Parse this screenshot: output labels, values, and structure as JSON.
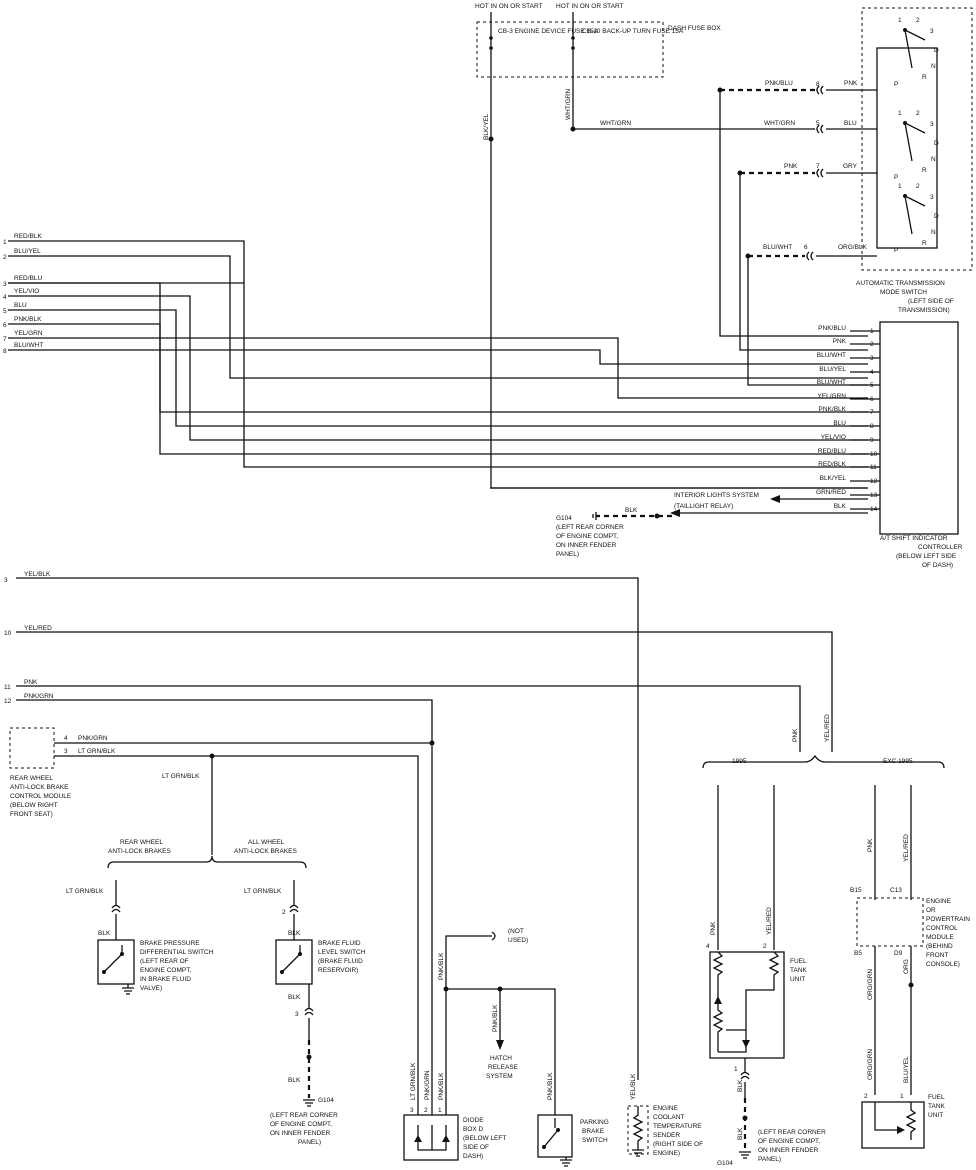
{
  "fuse_box": {
    "hot1": "HOT IN ON OR START",
    "hot2": "HOT IN ON OR START",
    "cb3": "CB-3 ENGINE DEVICE FUSE 15A",
    "cb10": "CB-10 BACK-UP TURN FUSE 15A",
    "label": "DASH FUSE BOX"
  },
  "mode_switch": {
    "label_lines": [
      "AUTOMATIC TRANSMISSION",
      "MODE SWITCH",
      "(LEFT SIDE OF",
      "TRANSMISSION)"
    ],
    "contacts": [
      "1",
      "2",
      "3",
      "D",
      "N",
      "P",
      "R"
    ]
  },
  "left_connector": {
    "pins": [
      "1",
      "2",
      "3",
      "4",
      "5",
      "6",
      "7",
      "8"
    ],
    "wires": [
      "RED/BLK",
      "BLU/YEL",
      "RED/BLU",
      "YEL/VIO",
      "BLU",
      "PNK/BLK",
      "YEL/GRN",
      "BLU/WHT"
    ]
  },
  "controller": {
    "pins": [
      "1",
      "2",
      "3",
      "4",
      "5",
      "6",
      "7",
      "8",
      "9",
      "10",
      "11",
      "12",
      "13",
      "14"
    ],
    "wires": [
      "PNK/BLU",
      "PNK",
      "BLU/WHT",
      "BLU/YEL",
      "BLU/WHT",
      "YEL/GRN",
      "PNK/BLK",
      "BLU",
      "YEL/VIO",
      "RED/BLU",
      "RED/BLK",
      "BLK/YEL",
      "GRN/RED",
      "BLK"
    ],
    "label_lines": [
      "A/T SHIFT INDICATOR",
      "CONTROLLER",
      "(BELOW LEFT SIDE",
      "OF DASH)"
    ],
    "interior": "INTERIOR LIGHTS SYSTEM",
    "taillight": "(TAILLIGHT RELAY)"
  },
  "switch_wires": {
    "pnk_blu": "PNK/BLU",
    "pnk": "PNK",
    "whtgrn": "WHT/GRN",
    "whtgrn2": "WHT/GRN",
    "blu": "BLU",
    "pnk2": "PNK",
    "gry": "GRY",
    "bluwht": "BLU/WHT",
    "orgblk": "ORG/BLK",
    "blkyel": "BLK/YEL",
    "whtgrn_v": "WHT/GRN",
    "n8": "8",
    "n5": "5",
    "n7": "7",
    "n6": "6"
  },
  "g104_top": {
    "wire": "BLK",
    "label_lines": [
      "G104",
      "(LEFT REAR CORNER",
      "OF ENGINE COMPT,",
      "ON INNER FENDER",
      "PANEL)"
    ]
  },
  "lower_connector": {
    "pins": [
      "3",
      "10",
      "11",
      "12"
    ],
    "wires": [
      "YEL/BLK",
      "YEL/RED",
      "PNK",
      "PNK/GRN"
    ]
  },
  "abs_module": {
    "label_lines": [
      "REAR WHEEL",
      "ANTI-LOCK BRAKE",
      "CONTROL MODULE",
      "(BELOW RIGHT",
      "FRONT SEAT)"
    ],
    "pin4": "4",
    "pin3": "3",
    "w4": "PNK/GRN",
    "w3": "LT GRN/BLK",
    "wsplit": "LT GRN/BLK"
  },
  "brake": {
    "rear_lines": [
      "REAR WHEEL",
      "ANTI-LOCK BRAKES"
    ],
    "all_lines": [
      "ALL WHEEL",
      "ANTI-LOCK BRAKES"
    ],
    "w1": "LT GRN/BLK",
    "w2": "LT GRN/BLK",
    "blk1": "BLK",
    "blk2": "BLK",
    "blk3": "BLK",
    "blk4": "BLK",
    "p2": "2",
    "p3": "3",
    "pressure_lines": [
      "BRAKE PRESSURE",
      "DIFFERENTIAL SWITCH",
      "(LEFT REAR OF",
      "ENGINE COMPT,",
      "IN BRAKE FLUID",
      "VALVE)"
    ],
    "level_lines": [
      "BRAKE FLUID",
      "LEVEL SWITCH",
      "(BRAKE FLUID",
      "RESERVOIR)"
    ],
    "g104": "G104",
    "g104_lines": [
      "(LEFT REAR CORNER",
      "OF ENGINE COMPT,",
      "ON INNER FENDER",
      "PANEL)"
    ]
  },
  "diode": {
    "pins": [
      "3",
      "2",
      "1"
    ],
    "wires": [
      "LT GRN/BLK",
      "PNK/GRN",
      "PNK/BLK"
    ],
    "label_lines": [
      "DIODE",
      "BOX D",
      "(BELOW LEFT",
      "SIDE OF",
      "DASH)"
    ],
    "pnkblk": "PNK/BLK",
    "not_used": [
      "(NOT",
      "USED)"
    ]
  },
  "hatch": {
    "wire": "PNK/BLK",
    "label_lines": [
      "HATCH",
      "RELEASE",
      "SYSTEM"
    ]
  },
  "parking": {
    "wire": "PNK/BLK",
    "label_lines": [
      "PARKING",
      "BRAKE",
      "SWITCH"
    ]
  },
  "coolant": {
    "wire": "YEL/BLK",
    "label_lines": [
      "ENGINE",
      "COOLANT",
      "TEMPERATURE",
      "SENDER",
      "(RIGHT SIDE OF",
      "ENGINE)"
    ]
  },
  "fuel_1995": {
    "year": "1995",
    "pnk": "PNK",
    "yelred": "YEL/RED",
    "pnk_v": "PNK",
    "yelred_v": "YEL/RED",
    "p4": "4",
    "p2": "2",
    "p1": "1",
    "blk": "BLK",
    "blk2": "BLK",
    "unit_lines": [
      "FUEL",
      "TANK",
      "UNIT"
    ],
    "g104": "G104",
    "g104_lines": [
      "(LEFT REAR CORNER",
      "OF ENGINE COMPT,",
      "ON INNER FENDER",
      "PANEL)"
    ]
  },
  "fuel_exc": {
    "year": "EXC 1995",
    "pnk": "PNK",
    "yelred": "YEL/RED",
    "b15": "B15",
    "c13": "C13",
    "b5": "B5",
    "d9": "D9",
    "orggrn": "ORG/GRN",
    "org": "ORG",
    "orggrn2": "ORG/GRN",
    "bluyel": "BLU/YEL",
    "p2": "2",
    "p1": "1",
    "pcm_lines": [
      "ENGINE",
      "OR",
      "POWERTRAIN",
      "CONTROL",
      "MODULE",
      "(BEHIND",
      "FRONT",
      "CONSOLE)"
    ],
    "unit_lines": [
      "FUEL",
      "TANK",
      "UNIT"
    ]
  }
}
